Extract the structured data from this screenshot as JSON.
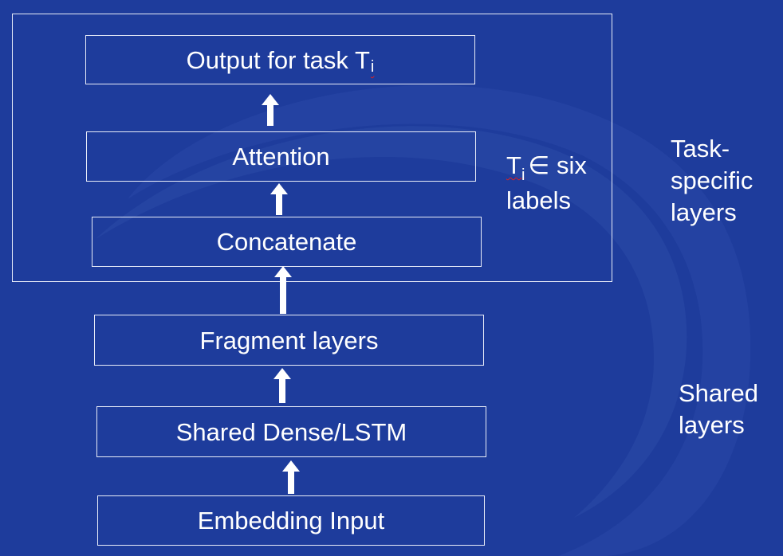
{
  "diagram": {
    "nodes": {
      "output": {
        "text": "Output for task T",
        "sub": "i"
      },
      "attention": {
        "text": "Attention"
      },
      "concatenate": {
        "text": "Concatenate"
      },
      "fragment": {
        "text": "Fragment layers"
      },
      "shared_dense": {
        "text": "Shared Dense/LSTM"
      },
      "embedding": {
        "text": "Embedding Input"
      }
    },
    "task_note": {
      "line1_main": "T",
      "line1_sub": "i",
      "line1_rest": "∈ six",
      "line2": "labels"
    },
    "group_labels": {
      "task_specific": [
        "Task-",
        "specific",
        "layers"
      ],
      "shared": [
        "Shared",
        "layers"
      ]
    },
    "edges": [
      {
        "from": "embedding",
        "to": "shared_dense"
      },
      {
        "from": "shared_dense",
        "to": "fragment"
      },
      {
        "from": "fragment",
        "to": "concatenate"
      },
      {
        "from": "concatenate",
        "to": "attention"
      },
      {
        "from": "attention",
        "to": "output"
      }
    ],
    "colors": {
      "background": "#1e3c9c",
      "stroke": "#e8ecf8",
      "text": "#ffffff",
      "spell_underline": "#e02020"
    }
  }
}
